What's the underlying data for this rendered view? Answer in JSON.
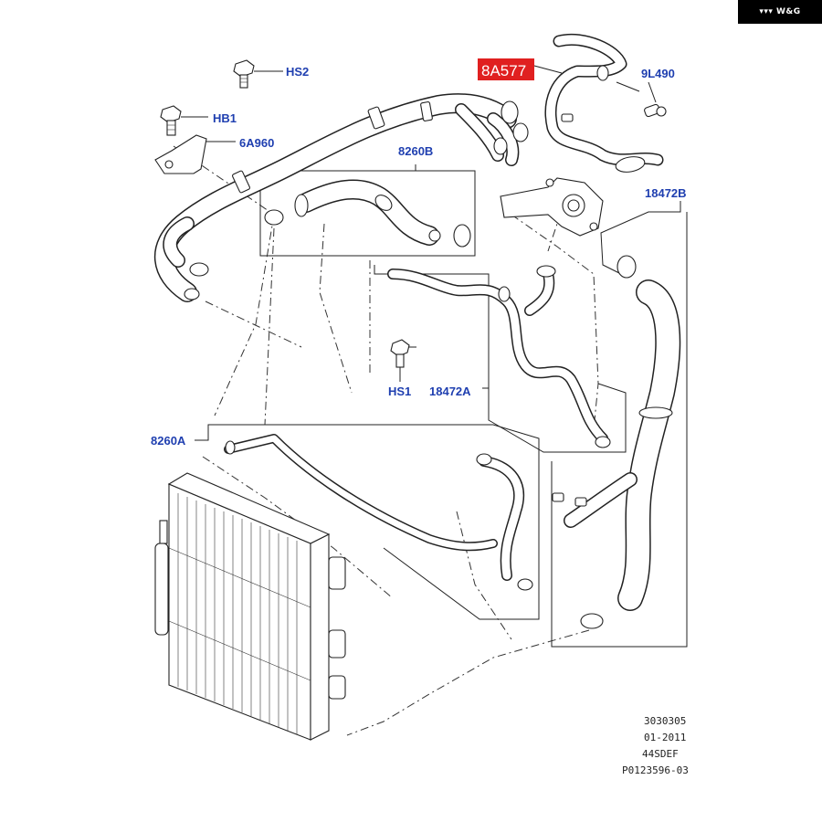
{
  "brand_badge": "W&G",
  "callouts": {
    "hs2": "HS2",
    "hb1": "HB1",
    "a6960": "6A960",
    "b8260": "8260B",
    "hs1": "HS1",
    "a18472": "18472A",
    "a8260": "8260A",
    "a8577": "8A577",
    "l9490": "9L490",
    "b18472": "18472B"
  },
  "reference_block": {
    "line1": "3030305",
    "line2": "01-2011",
    "line3": "44SDEF",
    "line4": "P0123596-03"
  },
  "colors": {
    "callout_text": "#1f3fb0",
    "highlight_bg": "#e02020",
    "line_art": "#222222"
  }
}
